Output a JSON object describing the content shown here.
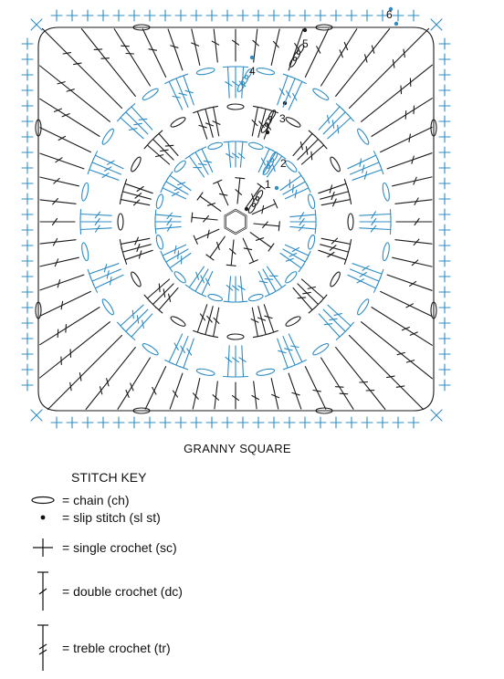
{
  "diagram": {
    "title": "GRANNY SQUARE",
    "round_labels": [
      "1",
      "2",
      "3",
      "4",
      "5",
      "6"
    ]
  },
  "colors": {
    "black_rounds": "#1a1a1a",
    "blue_rounds": "#2e8cc4"
  },
  "stitch_key": {
    "title": "STITCH KEY",
    "items": [
      {
        "icon": "chain-icon",
        "label": "= chain (ch)"
      },
      {
        "icon": "slip-stitch-icon",
        "label": "= slip stitch (sl st)"
      },
      {
        "icon": "single-crochet-icon",
        "label": "= single crochet (sc)"
      },
      {
        "icon": "double-crochet-icon",
        "label": "= double crochet (dc)"
      },
      {
        "icon": "treble-crochet-icon",
        "label": "= treble crochet (tr)"
      }
    ]
  }
}
